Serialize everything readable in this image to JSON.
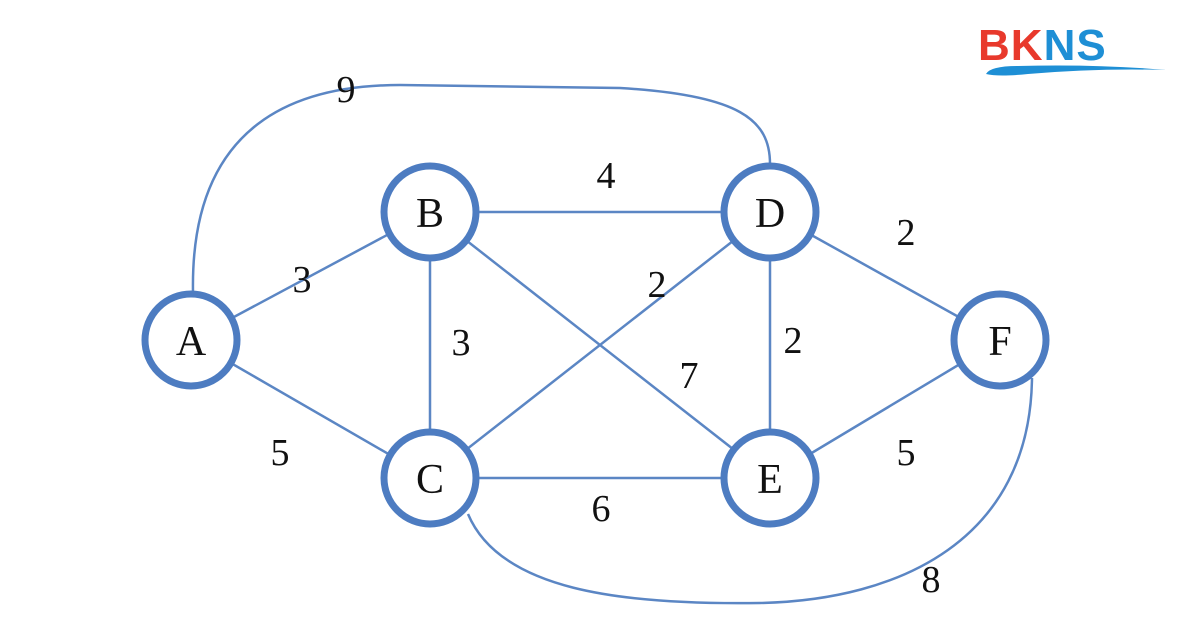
{
  "logo": {
    "text": "BKNS",
    "part1": "BK",
    "part2": "NS"
  },
  "colors": {
    "edge": "#5b86c4",
    "node": "#4d7cc1",
    "text": "#111111",
    "logo_red": "#e8392c",
    "logo_blue": "#1e8fd5"
  },
  "graph": {
    "nodes": [
      "A",
      "B",
      "C",
      "D",
      "E",
      "F"
    ],
    "edges": [
      {
        "from": "A",
        "to": "B",
        "weight": "3"
      },
      {
        "from": "A",
        "to": "C",
        "weight": "5"
      },
      {
        "from": "A",
        "to": "D",
        "weight": "9"
      },
      {
        "from": "B",
        "to": "D",
        "weight": "4"
      },
      {
        "from": "B",
        "to": "C",
        "weight": "3"
      },
      {
        "from": "B",
        "to": "E",
        "weight": "7"
      },
      {
        "from": "C",
        "to": "D",
        "weight": "2"
      },
      {
        "from": "D",
        "to": "E",
        "weight": "2"
      },
      {
        "from": "D",
        "to": "F",
        "weight": "2"
      },
      {
        "from": "E",
        "to": "F",
        "weight": "5"
      },
      {
        "from": "C",
        "to": "E",
        "weight": "6"
      },
      {
        "from": "C",
        "to": "F",
        "weight": "8"
      }
    ]
  }
}
